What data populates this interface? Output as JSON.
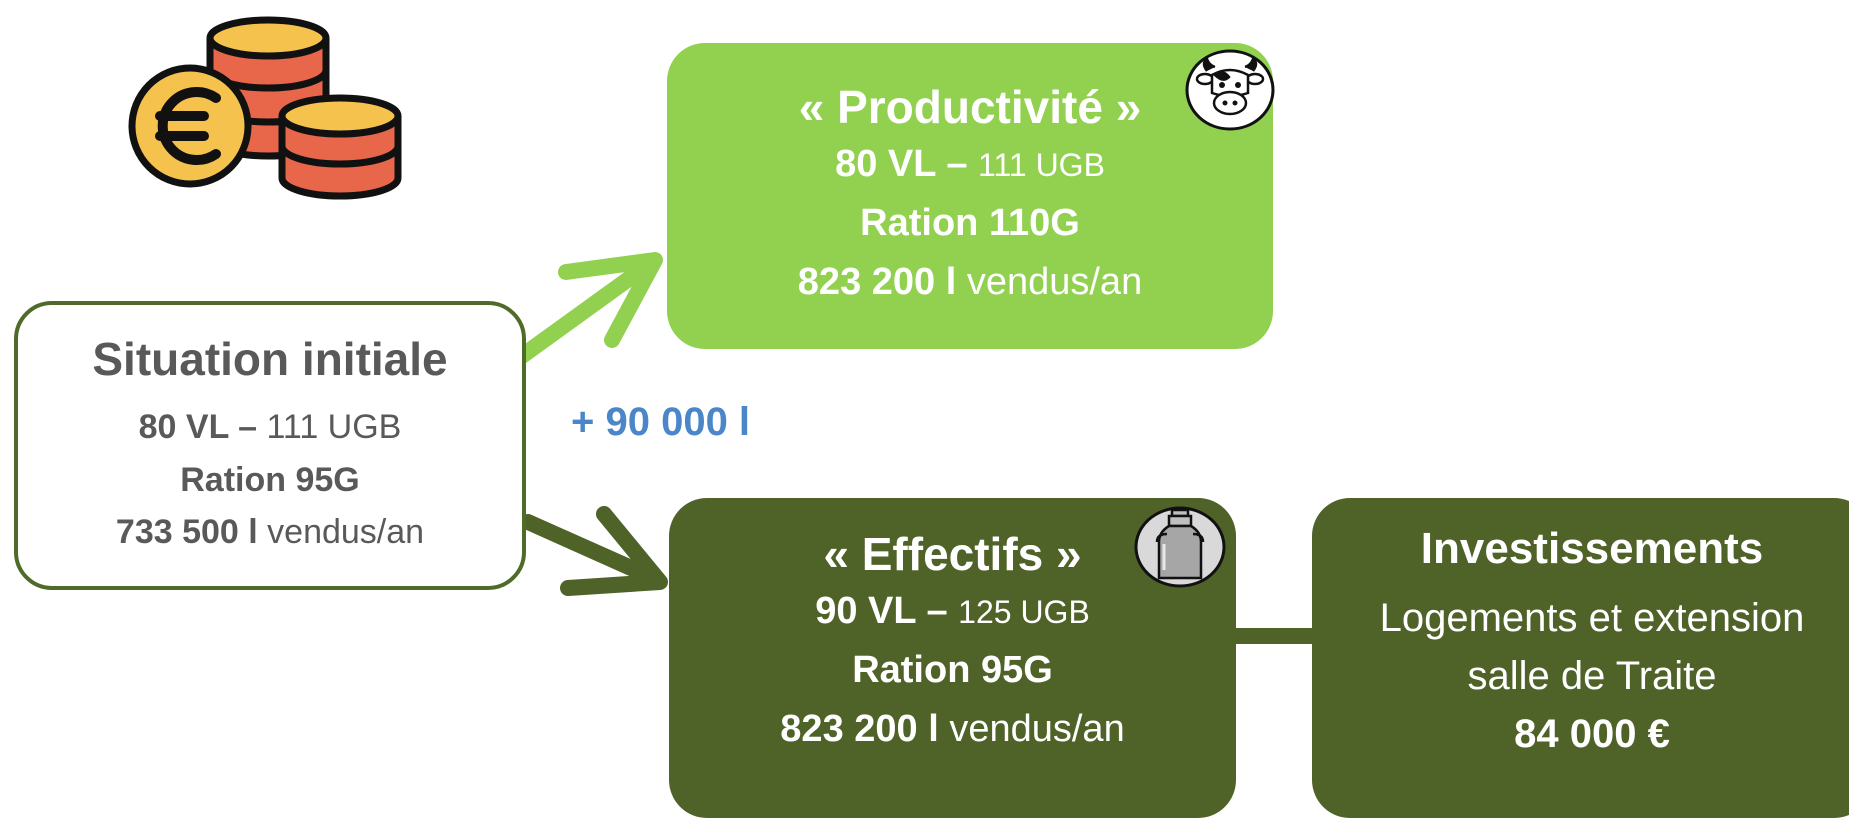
{
  "initial": {
    "title": "Situation initiale",
    "head_bold": "80 VL",
    "head_sep": " – ",
    "head_ugb": "111 UGB",
    "ration": "Ration 95G",
    "volume_bold": "733 500 l",
    "volume_suffix": " vendus/an"
  },
  "gain_label": "+ 90 000 l",
  "productivite": {
    "title": "« Productivité »",
    "head_bold": "80 VL",
    "head_sep": " – ",
    "head_ugb": "111 UGB",
    "ration": "Ration 110G",
    "volume_bold": "823 200 l",
    "volume_suffix": " vendus/an",
    "badge_icon": "cow-icon"
  },
  "effectifs": {
    "title": "« Effectifs »",
    "head_bold": "90 VL",
    "head_sep": " – ",
    "head_ugb": "125 UGB",
    "ration": "Ration 95G",
    "volume_bold": "823 200 l",
    "volume_suffix": " vendus/an",
    "badge_icon": "milk-can-icon"
  },
  "investissements": {
    "title": "Investissements",
    "line1": "Logements et extension",
    "line2": "salle de Traite",
    "amount": "84 000 €"
  },
  "icons": {
    "money": "euro-coins-icon"
  },
  "colors": {
    "light_green": "#92d050",
    "dark_green": "#4f6228",
    "border_green": "#4e6b2a",
    "text_grey": "#595959",
    "gain_blue": "#4a86c8"
  }
}
